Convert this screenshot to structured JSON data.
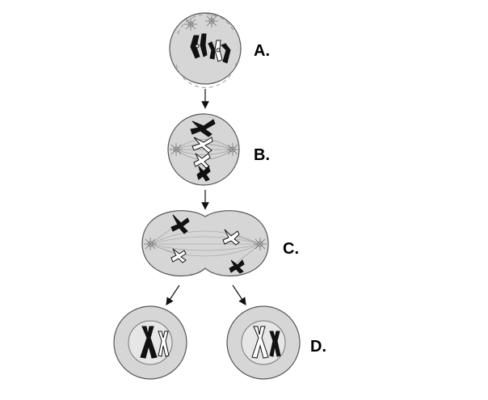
{
  "labels": {
    "a": "A.",
    "b": "B.",
    "c": "C.",
    "d": "D."
  },
  "colors": {
    "cell_fill": "#d6d6d6",
    "outline": "#555555",
    "chromosome_dark": "#111111",
    "chromosome_light": "#ffffff"
  }
}
